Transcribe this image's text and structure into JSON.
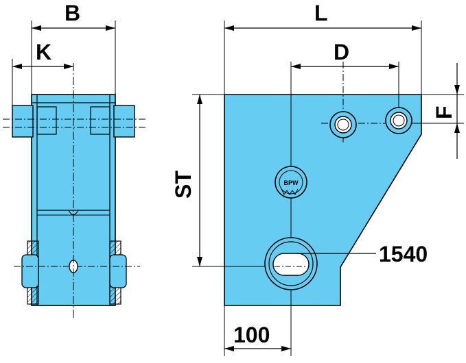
{
  "colors": {
    "part_fill": "#66ccf2",
    "line": "#000000",
    "background": "#ffffff"
  },
  "side_view": {
    "dim_B": "B",
    "dim_K": "K"
  },
  "front_view": {
    "dim_L": "L",
    "dim_D": "D",
    "dim_F": "F",
    "dim_ST": "ST",
    "dim_100": "100",
    "callout_1540": "1540",
    "logo_text": "BPW"
  }
}
